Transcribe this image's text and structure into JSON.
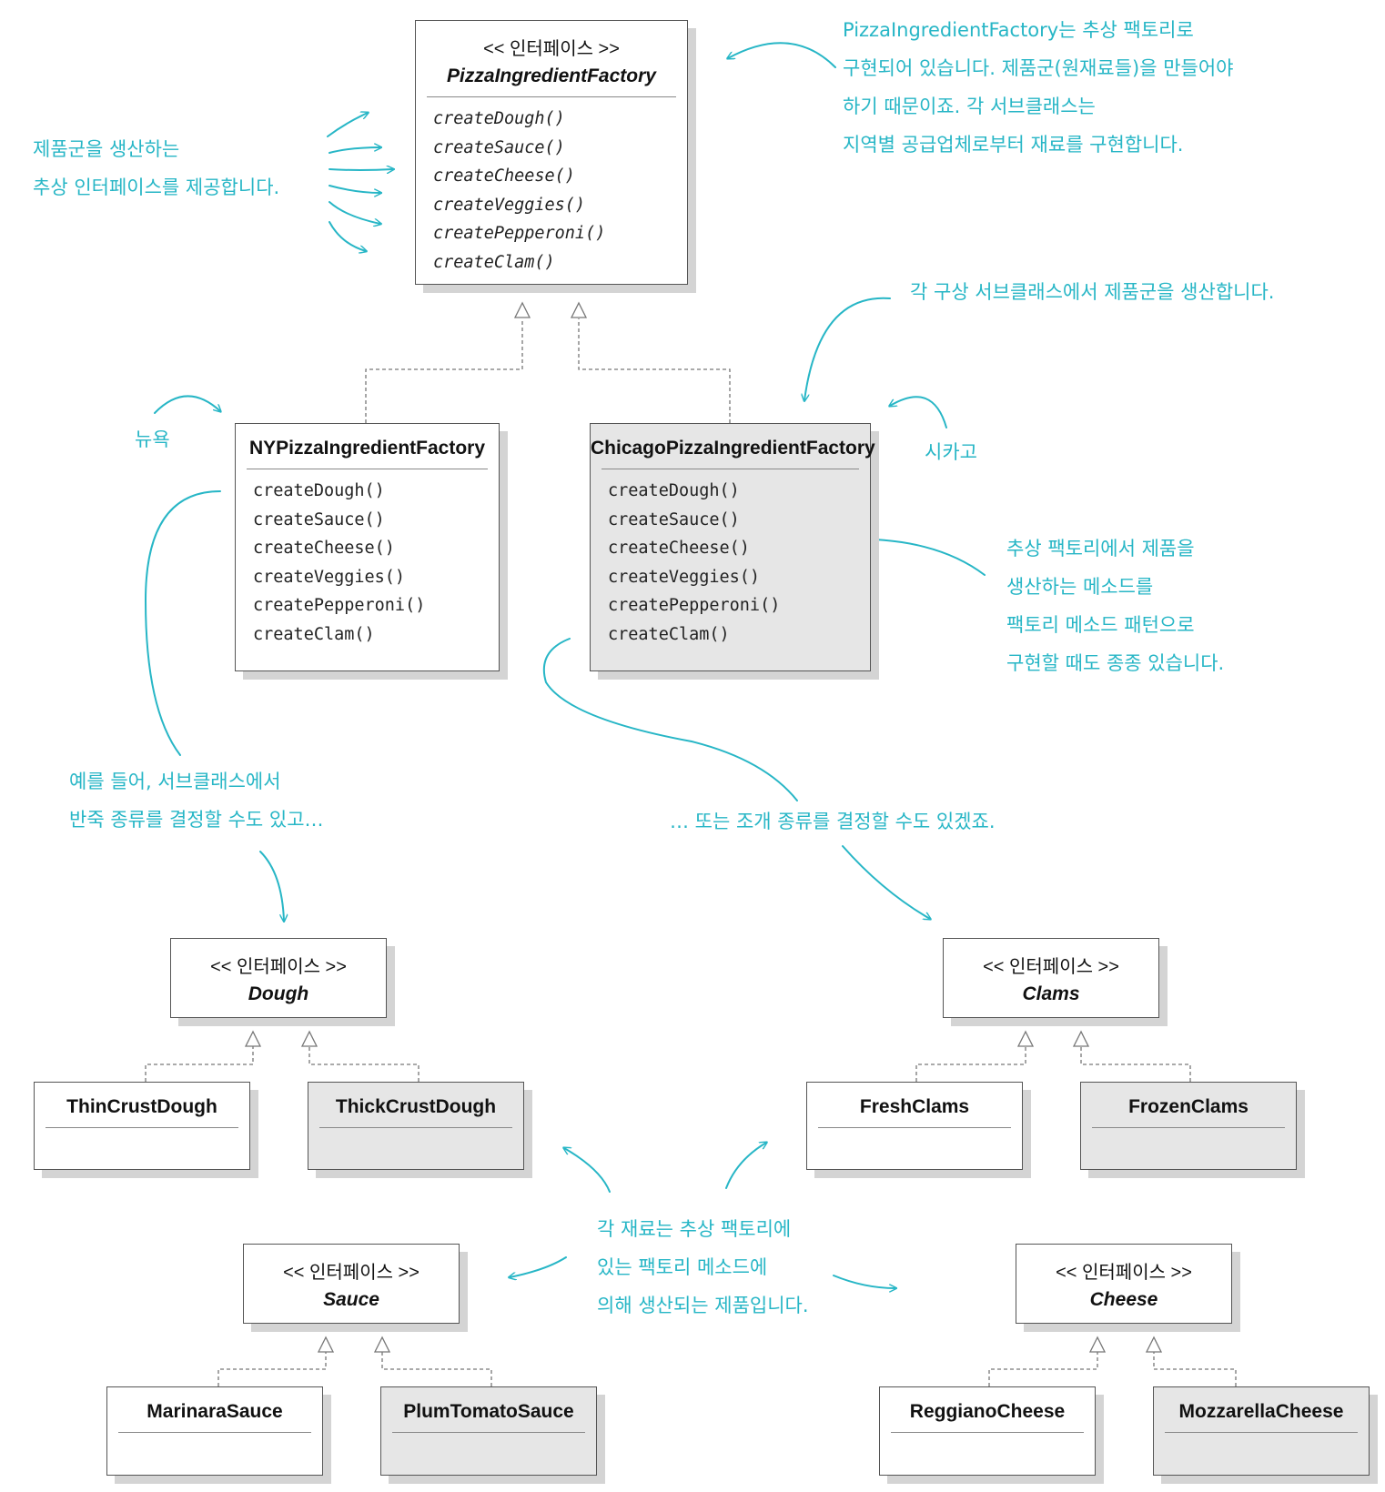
{
  "boxes": {
    "abstract_factory": {
      "stereotype": "<< 인터페이스 >>",
      "name": "PizzaIngredientFactory",
      "methods": [
        "createDough()",
        "createSauce()",
        "createCheese()",
        "createVeggies()",
        "createPepperoni()",
        "createClam()"
      ]
    },
    "ny_factory": {
      "name": "NYPizzaIngredientFactory",
      "methods": [
        "createDough()",
        "createSauce()",
        "createCheese()",
        "createVeggies()",
        "createPepperoni()",
        "createClam()"
      ]
    },
    "chicago_factory": {
      "name": "ChicagoPizzaIngredientFactory",
      "methods": [
        "createDough()",
        "createSauce()",
        "createCheese()",
        "createVeggies()",
        "createPepperoni()",
        "createClam()"
      ]
    },
    "dough": {
      "stereotype": "<< 인터페이스 >>",
      "name": "Dough"
    },
    "clams": {
      "stereotype": "<< 인터페이스 >>",
      "name": "Clams"
    },
    "sauce": {
      "stereotype": "<< 인터페이스 >>",
      "name": "Sauce"
    },
    "cheese": {
      "stereotype": "<< 인터페이스 >>",
      "name": "Cheese"
    },
    "thin_crust": {
      "name": "ThinCrustDough"
    },
    "thick_crust": {
      "name": "ThickCrustDough"
    },
    "fresh_clams": {
      "name": "FreshClams"
    },
    "frozen_clams": {
      "name": "FrozenClams"
    },
    "marinara": {
      "name": "MarinaraSauce"
    },
    "plum_tomato": {
      "name": "PlumTomatoSauce"
    },
    "reggiano": {
      "name": "ReggianoCheese"
    },
    "mozzarella": {
      "name": "MozzarellaCheese"
    }
  },
  "notes": {
    "interface_desc": [
      "제품군을 생산하는",
      "추상 인터페이스를 제공합니다."
    ],
    "factory_desc": [
      "PizzaIngredientFactory는 추상 팩토리로",
      "구현되어 있습니다. 제품군(원재료들)을 만들어야",
      "하기 때문이죠. 각 서브클래스는",
      "지역별 공급업체로부터 재료를 구현합니다."
    ],
    "concrete_desc": [
      "각 구상 서브클래스에서 제품군을 생산합니다."
    ],
    "ny": [
      "뉴욕"
    ],
    "chicago": [
      "시카고"
    ],
    "factory_method_desc": [
      "추상 팩토리에서 제품을",
      "생산하는 메소드를",
      "팩토리 메소드 패턴으로",
      "구현할 때도 종종 있습니다."
    ],
    "dough_example": [
      "예를 들어, 서브클래스에서",
      "반죽 종류를 결정할 수도 있고…"
    ],
    "clam_example": [
      "… 또는 조개 종류를 결정할 수도 있겠죠."
    ],
    "product_desc": [
      "각 재료는 추상 팩토리에",
      "있는 팩토리 메소드에",
      "의해 생산되는 제품입니다."
    ]
  },
  "colors": {
    "annotation": "#27b6c6",
    "concrete_fill": "#e6e6e6",
    "border": "#555555",
    "shadow": "#d4d4d4"
  }
}
